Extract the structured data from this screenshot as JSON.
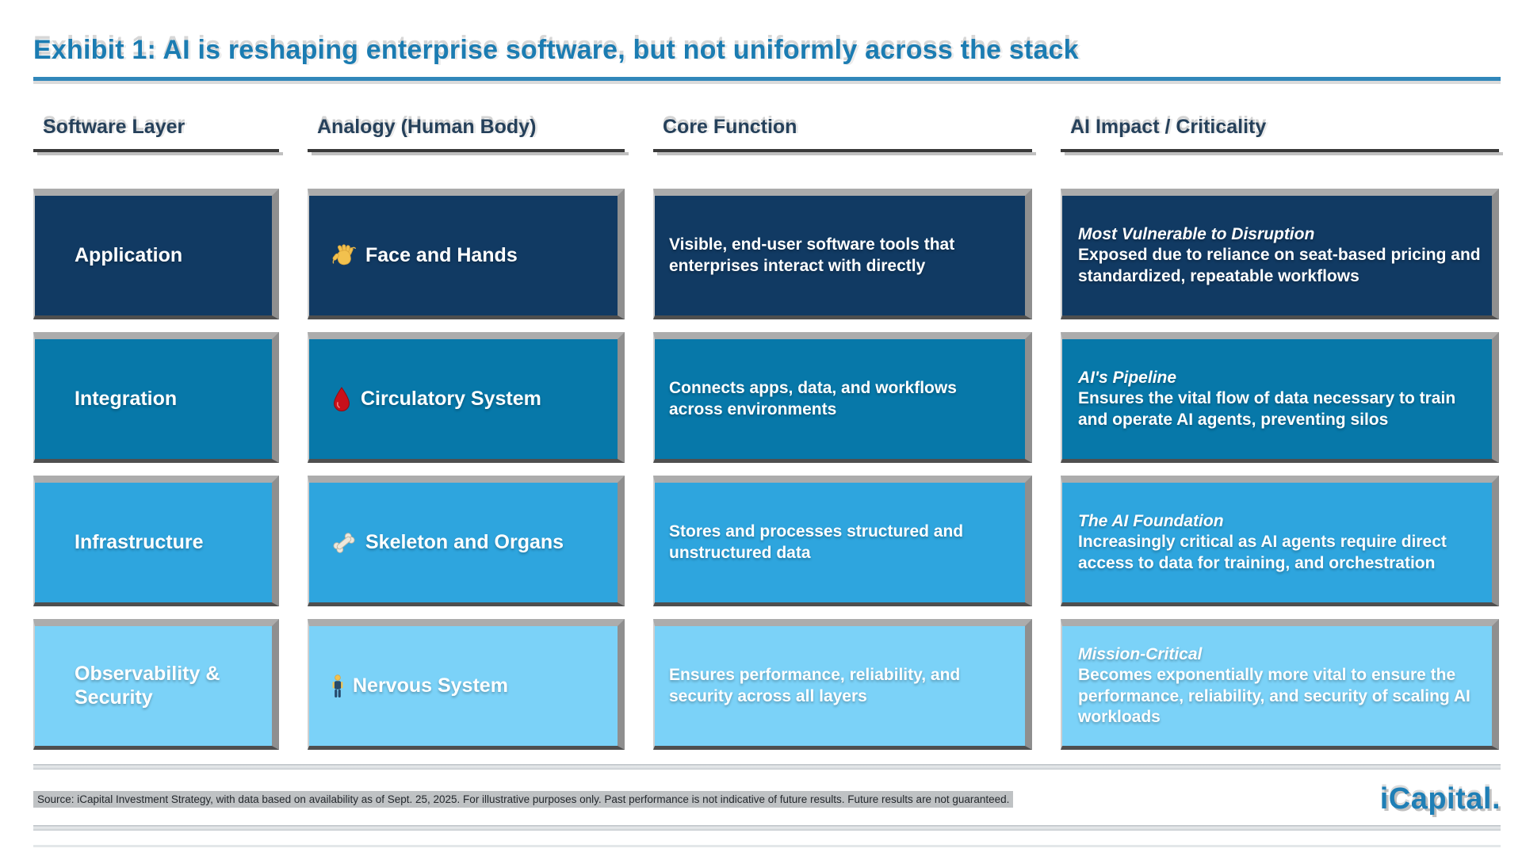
{
  "title": "Exhibit 1: AI is reshaping enterprise software, but not uniformly across the stack",
  "columns": [
    {
      "label": "Software Layer"
    },
    {
      "label": "Analogy (Human Body)"
    },
    {
      "label": "Core Function"
    },
    {
      "label": "AI Impact / Criticality"
    }
  ],
  "rows": [
    {
      "layer": "Application",
      "icon": "waving-hand-icon",
      "analogy": "Face and Hands",
      "function": "Visible, end-user software tools that enterprises interact with directly",
      "impact_title": "Most Vulnerable to Disruption",
      "impact_body": "Exposed due to reliance on seat-based pricing and standardized, repeatable workflows",
      "color": "#113A63"
    },
    {
      "layer": "Integration",
      "icon": "blood-drop-icon",
      "analogy": "Circulatory System",
      "function": "Connects apps, data, and workflows across environments",
      "impact_title": "AI's Pipeline",
      "impact_body": "Ensures the vital flow of data necessary to train and operate AI agents, preventing silos",
      "color": "#0778A9"
    },
    {
      "layer": "Infrastructure",
      "icon": "bone-icon",
      "analogy": "Skeleton and Organs",
      "function": "Stores and processes structured and unstructured data",
      "impact_title": "The AI Foundation",
      "impact_body": "Increasingly critical as AI agents require direct access to data for training, and orchestration",
      "color": "#2EA5DE"
    },
    {
      "layer": "Observability & Security",
      "icon": "person-standing-icon",
      "analogy": "Nervous System",
      "function": "Ensures performance, reliability, and security across all layers",
      "impact_title": "Mission-Critical",
      "impact_body": "Becomes exponentially more vital to ensure the performance, reliability, and security of scaling AI workloads",
      "color": "#7BD2F8"
    }
  ],
  "footer": {
    "source": "Source: iCapital Investment Strategy, with data based on availability as of Sept. 25, 2025. For illustrative purposes only. Past performance is not indicative of future results. Future results are not guaranteed.",
    "logo": "iCapital",
    "logo_dot": "."
  },
  "palette": {
    "title_blue": "#1B7CB2",
    "rule_blue": "#3187BA",
    "header_text": "#25405A",
    "row_navy": "#113A63",
    "row_medium_blue": "#0778A9",
    "row_light_blue": "#2EA5DE",
    "row_pale_blue": "#7BD2F8",
    "cell_text": "#FFFFFF",
    "logo_blue": "#1F7FB6"
  },
  "chart_data": {
    "type": "table",
    "title": "Exhibit 1: AI is reshaping enterprise software, but not uniformly across the stack",
    "columns": [
      "Software Layer",
      "Analogy (Human Body)",
      "Core Function",
      "AI Impact / Criticality"
    ],
    "rows": [
      [
        "Application",
        "Face and Hands",
        "Visible, end-user software tools that enterprises interact with directly",
        "Most Vulnerable to Disruption — Exposed due to reliance on seat-based pricing and standardized, repeatable workflows"
      ],
      [
        "Integration",
        "Circulatory System",
        "Connects apps, data, and workflows across environments",
        "AI's Pipeline — Ensures the vital flow of data necessary to train and operate AI agents, preventing silos"
      ],
      [
        "Infrastructure",
        "Skeleton and Organs",
        "Stores and processes structured and unstructured data",
        "The AI Foundation — Increasingly critical as AI agents require direct access to data for training, and orchestration"
      ],
      [
        "Observability & Security",
        "Nervous System",
        "Ensures performance, reliability, and security across all layers",
        "Mission-Critical — Becomes exponentially more vital to ensure the performance, reliability, and security of scaling AI workloads"
      ]
    ]
  }
}
